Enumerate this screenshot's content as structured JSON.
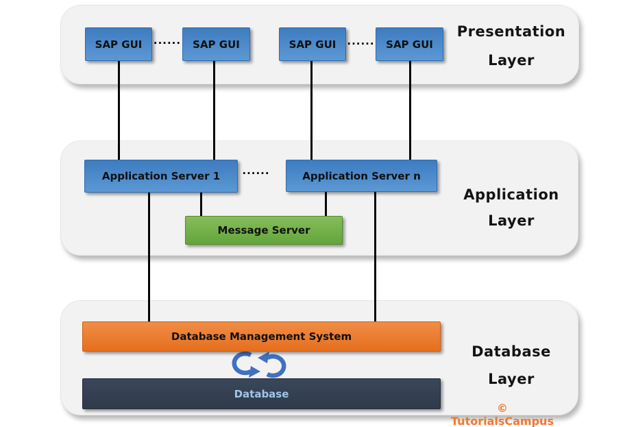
{
  "title": "SAP three-tier architecture diagram",
  "colors": {
    "layer_background": "#f2f2f3",
    "client_server_blue": "#4a89ca",
    "message_server_green": "#74b04a",
    "dbms_orange": "#ec7b2d",
    "database_navy": "#333e4f",
    "database_text_blue": "#9fc5e8",
    "connector_black": "#050505",
    "sync_arrow_blue": "#4170c0",
    "copyright_orange": "#f4772a"
  },
  "presentation_layer": {
    "label": [
      "Presentation",
      "Layer"
    ],
    "clients": [
      {
        "label": "SAP GUI"
      },
      {
        "label": "SAP GUI"
      },
      {
        "label": "SAP GUI"
      },
      {
        "label": "SAP GUI"
      }
    ],
    "dots_left": "......",
    "dots_right": "......"
  },
  "application_layer": {
    "label": [
      "Application",
      "Layer"
    ],
    "servers": [
      {
        "label": "Application Server 1"
      },
      {
        "label": "Application Server n"
      }
    ],
    "dots": "......",
    "message_server": {
      "label": "Message Server"
    }
  },
  "database_layer": {
    "label": [
      "Database",
      "Layer"
    ],
    "dbms": {
      "label": "Database Management System"
    },
    "database": {
      "label": "Database"
    }
  },
  "copyright": "© TutorialsCampus"
}
